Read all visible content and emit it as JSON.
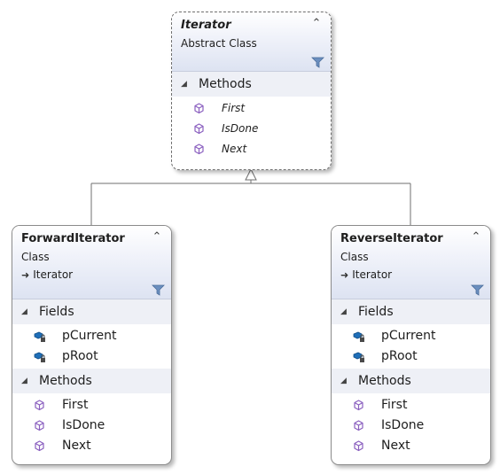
{
  "diagram": {
    "relationship": "inheritance",
    "base_class": "Iterator",
    "derived_classes": [
      "ForwardIterator",
      "ReverseIterator"
    ]
  },
  "iterator": {
    "name": "Iterator",
    "kind": "Abstract Class",
    "methods_label": "Methods",
    "methods": [
      "First",
      "IsDone",
      "Next"
    ]
  },
  "forward": {
    "name": "ForwardIterator",
    "kind": "Class",
    "inherits": "Iterator",
    "fields_label": "Fields",
    "fields": [
      "pCurrent",
      "pRoot"
    ],
    "methods_label": "Methods",
    "methods": [
      "First",
      "IsDone",
      "Next"
    ]
  },
  "reverse": {
    "name": "ReverseIterator",
    "kind": "Class",
    "inherits": "Iterator",
    "fields_label": "Fields",
    "fields": [
      "pCurrent",
      "pRoot"
    ],
    "methods_label": "Methods",
    "methods": [
      "First",
      "IsDone",
      "Next"
    ]
  },
  "icons": {
    "method": "method-cube-icon",
    "field": "private-field-icon",
    "collapse": "double-chevron-up-icon",
    "filter": "filter-funnel-icon",
    "inheritance": "inheritance-arrow-icon",
    "section_toggle": "section-collapse-triangle-icon"
  },
  "colors": {
    "header_gradient_end": "#dde3f2",
    "section_bg": "#eef0f6",
    "method_icon": "#8a5fbf",
    "field_icon": "#1f6fb8",
    "filter_icon": "#6b8fbf",
    "connector": "#6f6f6f"
  }
}
